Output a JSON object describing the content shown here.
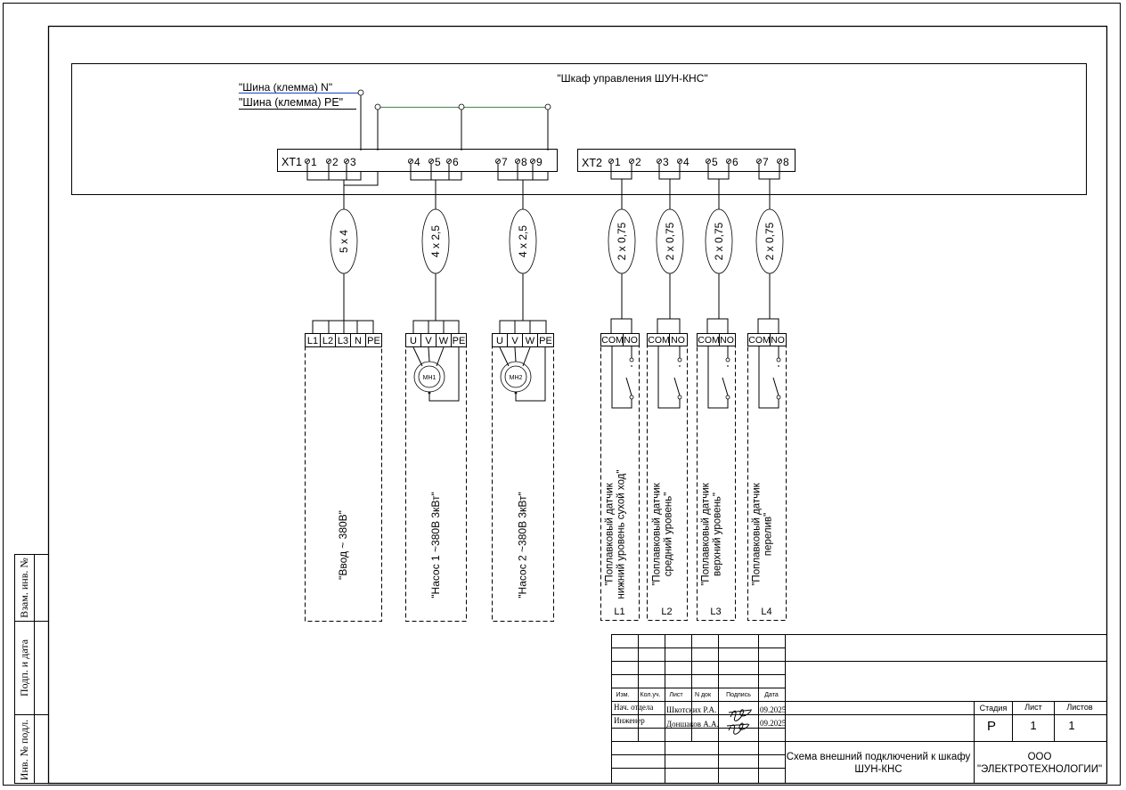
{
  "cabinet": {
    "title": "\"Шкаф управления ШУН-КНС\"",
    "bus_n": "\"Шина (клемма) N\"",
    "bus_pe": "\"Шина (клемма) PE\"",
    "bus_pe_color": "#39a845",
    "bus_n_color": "#2a5bd7"
  },
  "terminal_blocks": [
    {
      "label": "XT1",
      "terminals": [
        "1",
        "2",
        "3",
        "4",
        "5",
        "6",
        "7",
        "8",
        "9"
      ]
    },
    {
      "label": "XT2",
      "terminals": [
        "1",
        "2",
        "3",
        "4",
        "5",
        "6",
        "7",
        "8"
      ]
    }
  ],
  "cables": [
    "5 x 4",
    "4 x 2,5",
    "4 x 2,5",
    "2 x 0,75",
    "2 x 0,75",
    "2 x 0,75",
    "2 x 0,75"
  ],
  "power_devices": [
    {
      "pins": [
        "L1",
        "L2",
        "L3",
        "N",
        "PE"
      ],
      "motor": "",
      "label": "\"Ввод ~ 380В\""
    },
    {
      "pins": [
        "U",
        "V",
        "W",
        "PE"
      ],
      "motor": "MH1",
      "label": "\"Насос 1 ~380В 3кВт\""
    },
    {
      "pins": [
        "U",
        "V",
        "W",
        "PE"
      ],
      "motor": "MH2",
      "label": "\"Насос 2 ~380В 3кВт\""
    }
  ],
  "sensors": [
    {
      "pins": [
        "COM",
        "NO"
      ],
      "label_lines": [
        "\"Поплавковый датчик",
        "нижний уровень сухой ход\""
      ],
      "tag": "L1"
    },
    {
      "pins": [
        "COM",
        "NO"
      ],
      "label_lines": [
        "\"Поплавковый датчик",
        "средний уровень\""
      ],
      "tag": "L2"
    },
    {
      "pins": [
        "COM",
        "NO"
      ],
      "label_lines": [
        "\"Поплавковый датчик",
        "верхний уровень\""
      ],
      "tag": "L3"
    },
    {
      "pins": [
        "COM",
        "NO"
      ],
      "label_lines": [
        "\"Поплавковый датчик",
        "перелив\""
      ],
      "tag": "L4"
    }
  ],
  "side_stamp": [
    "Взам. инв. №",
    "Подп. и дата",
    "Инв. № подл."
  ],
  "title_block": {
    "headers": [
      "Изм.",
      "Кол.уч.",
      "Лист",
      "N док",
      "Подпись",
      "Дата"
    ],
    "rows": [
      {
        "role": "Нач. отдела",
        "name": "Шкотских Р.А.",
        "date": "09.2025"
      },
      {
        "role": "Инженер",
        "name": "Доншаков А.А.",
        "date": "09.2025"
      }
    ],
    "stage_header": "Стадия",
    "sheet_header": "Лист",
    "sheets_header": "Листов",
    "stage": "Р",
    "sheet": "1",
    "sheets": "1",
    "title_line1": "Схема внешний подключений к шкафу",
    "title_line2": "ШУН-КНС",
    "org_line1": "ООО",
    "org_line2": "\"ЭЛЕКТРОТЕХНОЛОГИИ\""
  }
}
